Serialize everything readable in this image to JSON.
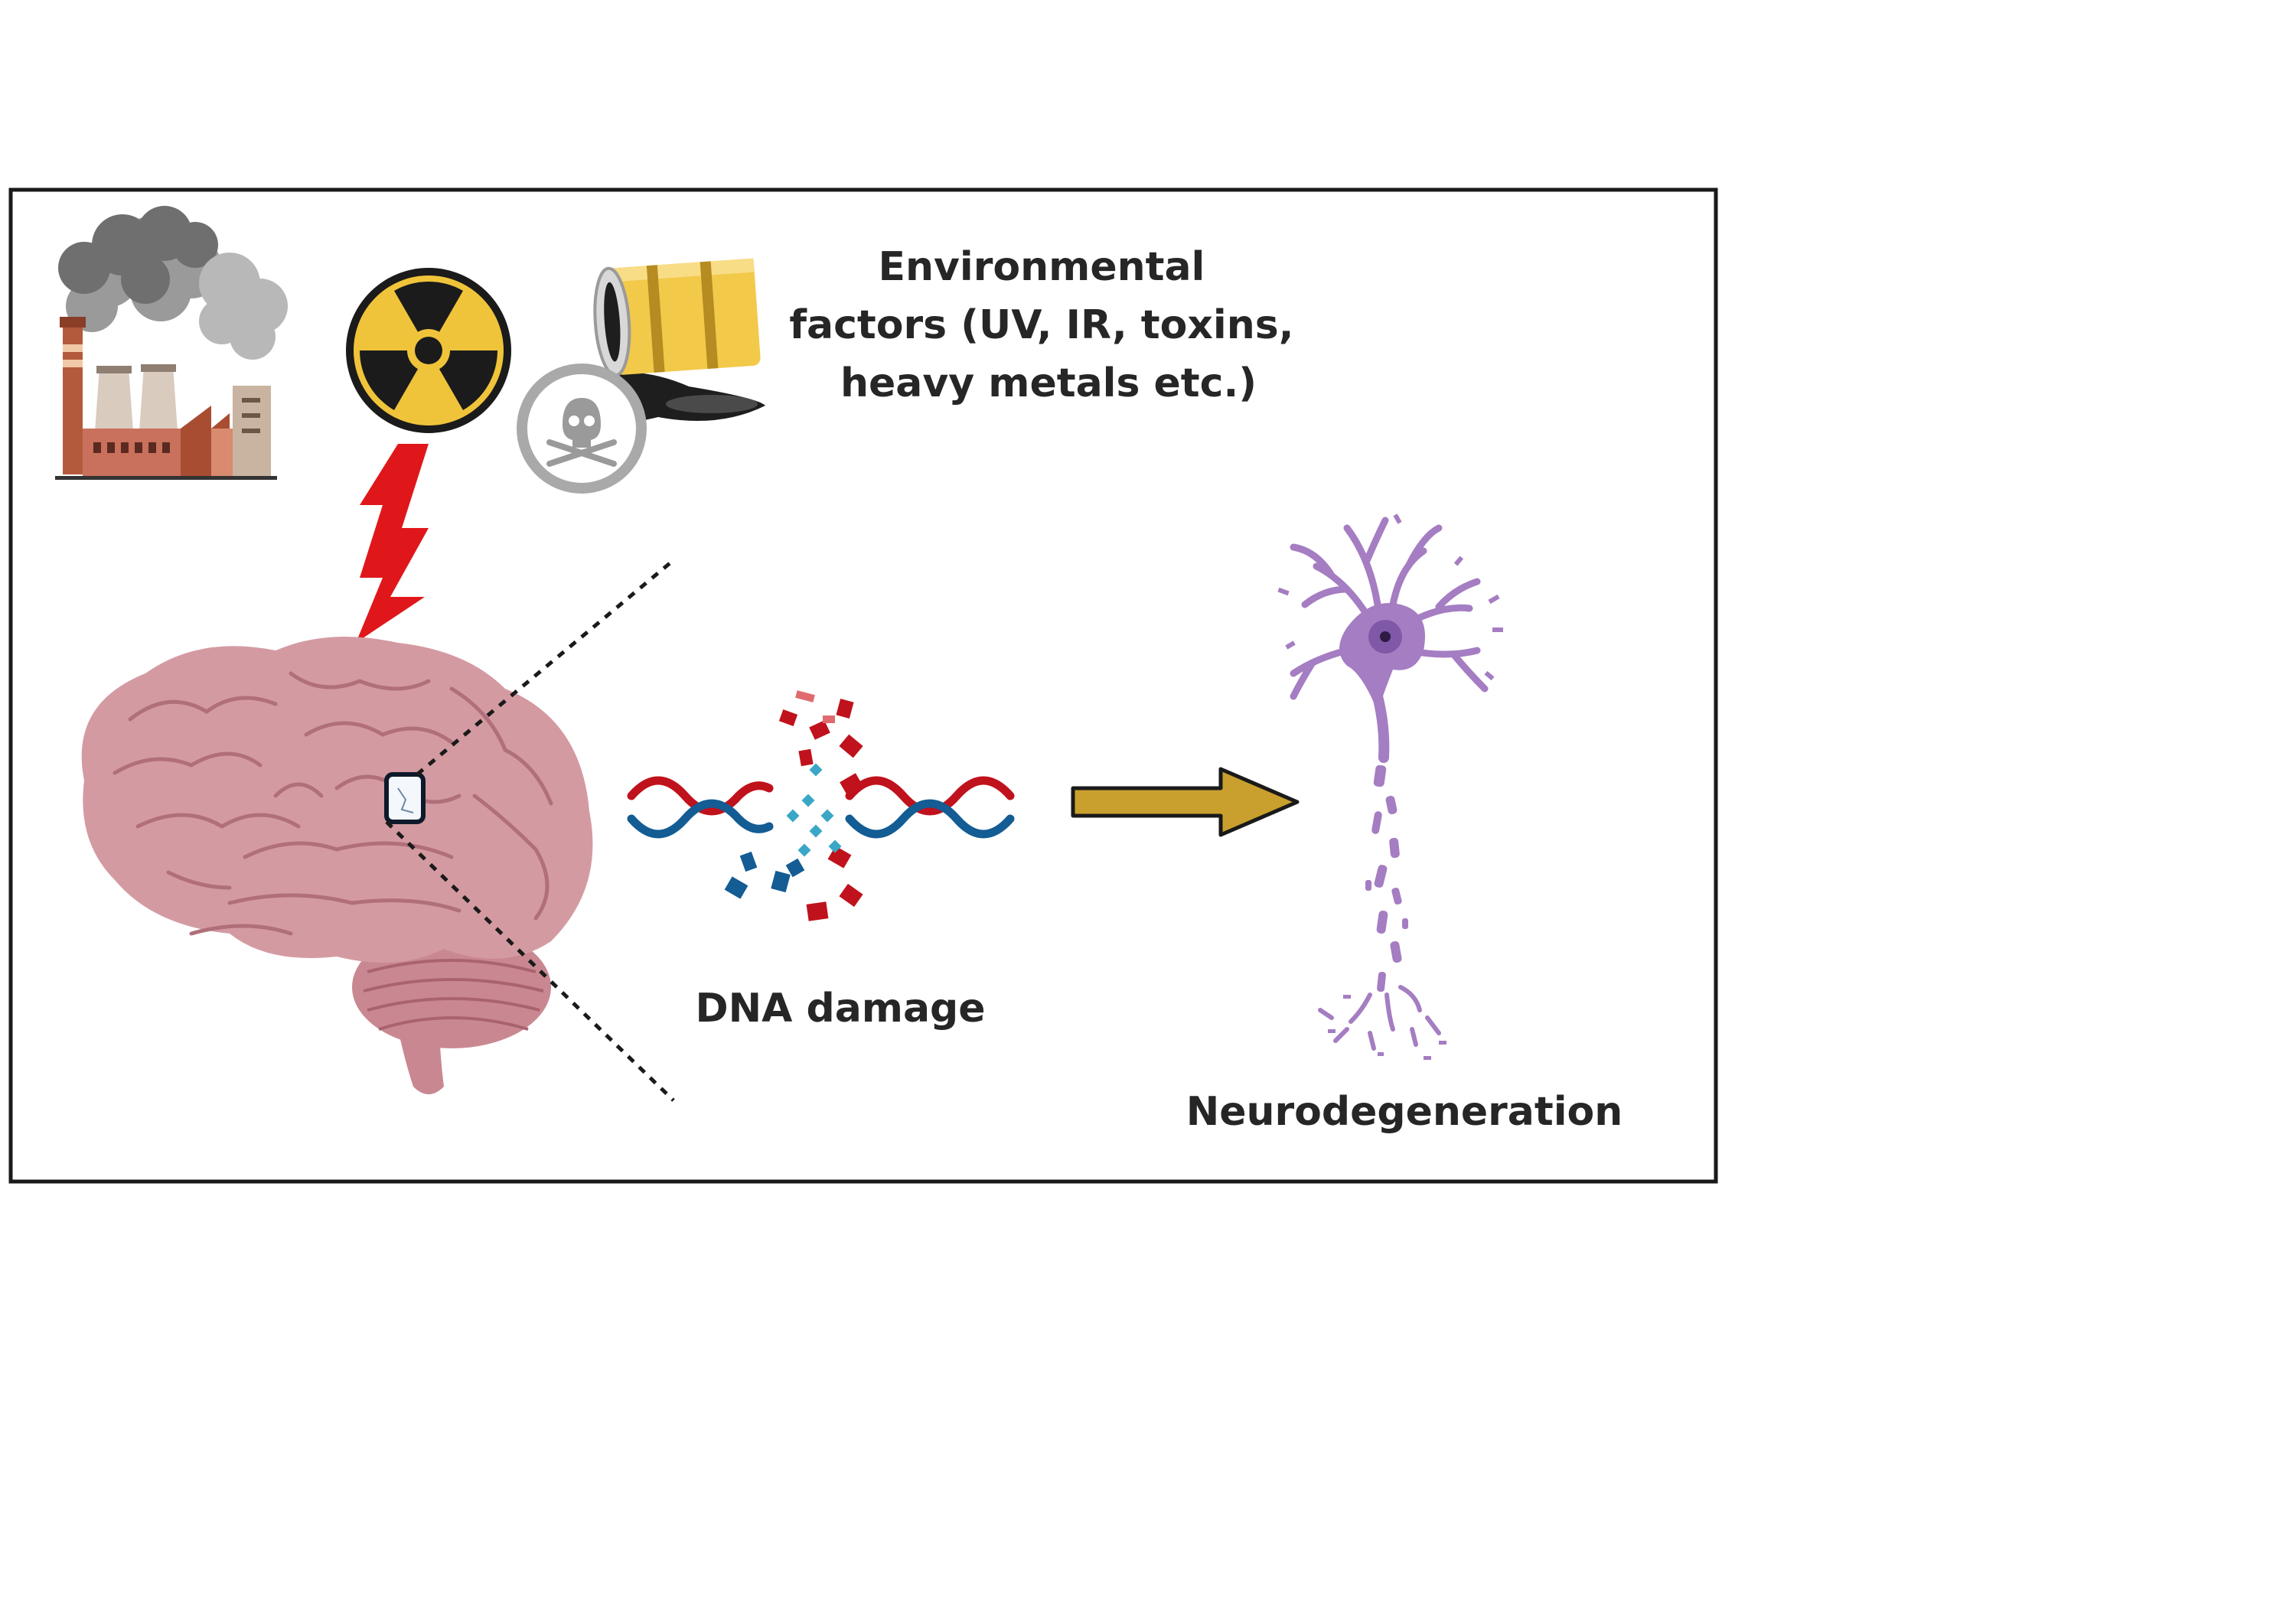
{
  "labels": {
    "environmental": [
      "Environmental",
      "factors (UV, IR, toxins,",
      "heavy metals etc.)"
    ],
    "dna_damage": "DNA damage",
    "neurodegeneration": "Neurodegeneration"
  },
  "icons": {
    "factory": "factory-pollution-icon",
    "radiation": "radiation-hazard-icon",
    "toxic_barrel": "toxic-barrel-spill-icon",
    "lightning": "lightning-bolt-icon",
    "brain": "human-brain-icon",
    "dna": "broken-dna-icon",
    "arrow": "right-arrow-icon",
    "neuron": "degenerating-neuron-icon"
  },
  "colors": {
    "frame": "#1a1a1a",
    "brain": "#d49aa2",
    "brain_dark": "#b9727d",
    "dna_red": "#c0121c",
    "dna_blue": "#135c94",
    "dna_cyan": "#3aa7c7",
    "arrow": "#c9a02e",
    "neuron": "#a57dc2",
    "neuron_dark": "#6f4a93",
    "radiation": "#f0c43a",
    "bolt": "#e0171a",
    "barrel": "#f3c94a",
    "smoke": "#7d7d7d",
    "factory_brick": "#c9715c"
  }
}
